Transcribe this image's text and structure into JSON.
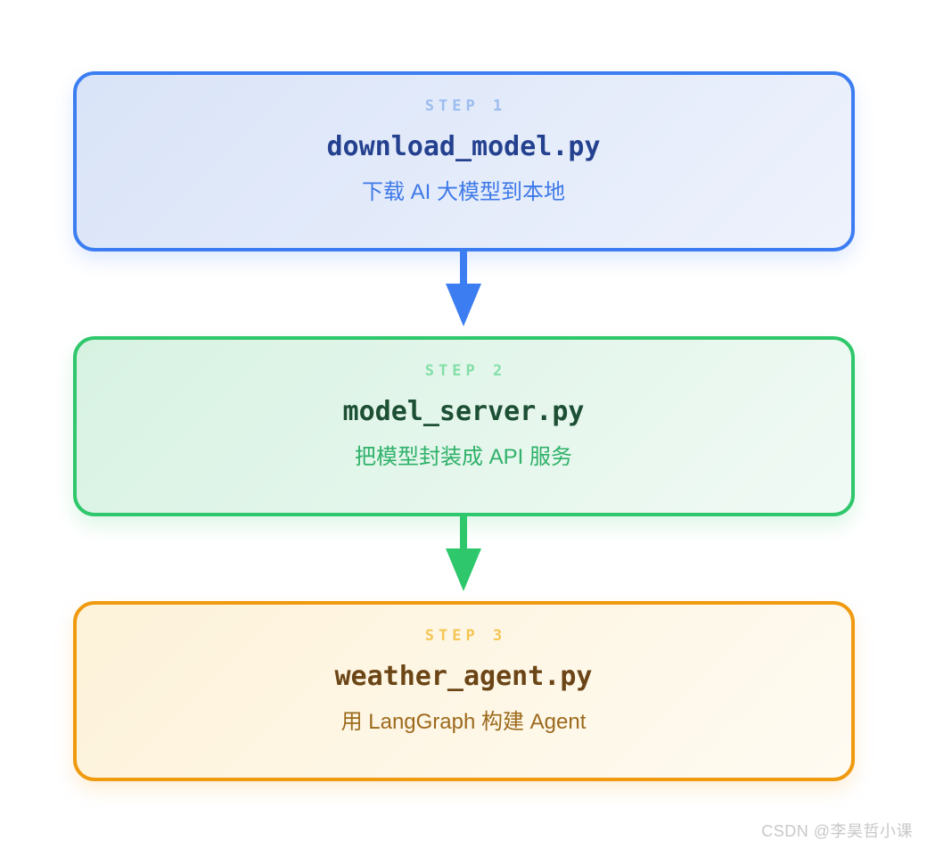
{
  "steps": [
    {
      "label": "STEP 1",
      "filename": "download_model.py",
      "description": "下载 AI 大模型到本地",
      "colors": {
        "border": "#3c7ef2",
        "label": "#9cbcef",
        "filename": "#24418f",
        "description": "#3e79e8",
        "bg_start": "#d9e4f8",
        "bg_end": "#eef2fc",
        "shadow": "rgba(60,126,242,0.16)"
      }
    },
    {
      "label": "STEP 2",
      "filename": "model_server.py",
      "description": "把模型封装成 API 服务",
      "colors": {
        "border": "#2ec76b",
        "label": "#82dfa8",
        "filename": "#1c4f34",
        "description": "#2fb169",
        "bg_start": "#d7f2e2",
        "bg_end": "#f1faf5",
        "shadow": "rgba(46,199,107,0.16)"
      }
    },
    {
      "label": "STEP 3",
      "filename": "weather_agent.py",
      "description": "用 LangGraph 构建 Agent",
      "colors": {
        "border": "#f09a10",
        "label": "#f5c554",
        "filename": "#6b4516",
        "description": "#9c6a1d",
        "bg_start": "#fdf2d9",
        "bg_end": "#fffbf2",
        "shadow": "rgba(240,154,16,0.16)"
      }
    }
  ],
  "arrows": [
    {
      "color": "#3c7ef2"
    },
    {
      "color": "#2ec76b"
    }
  ],
  "watermark": {
    "text": "CSDN @李昊哲小课",
    "color": "#c8c8c8"
  }
}
